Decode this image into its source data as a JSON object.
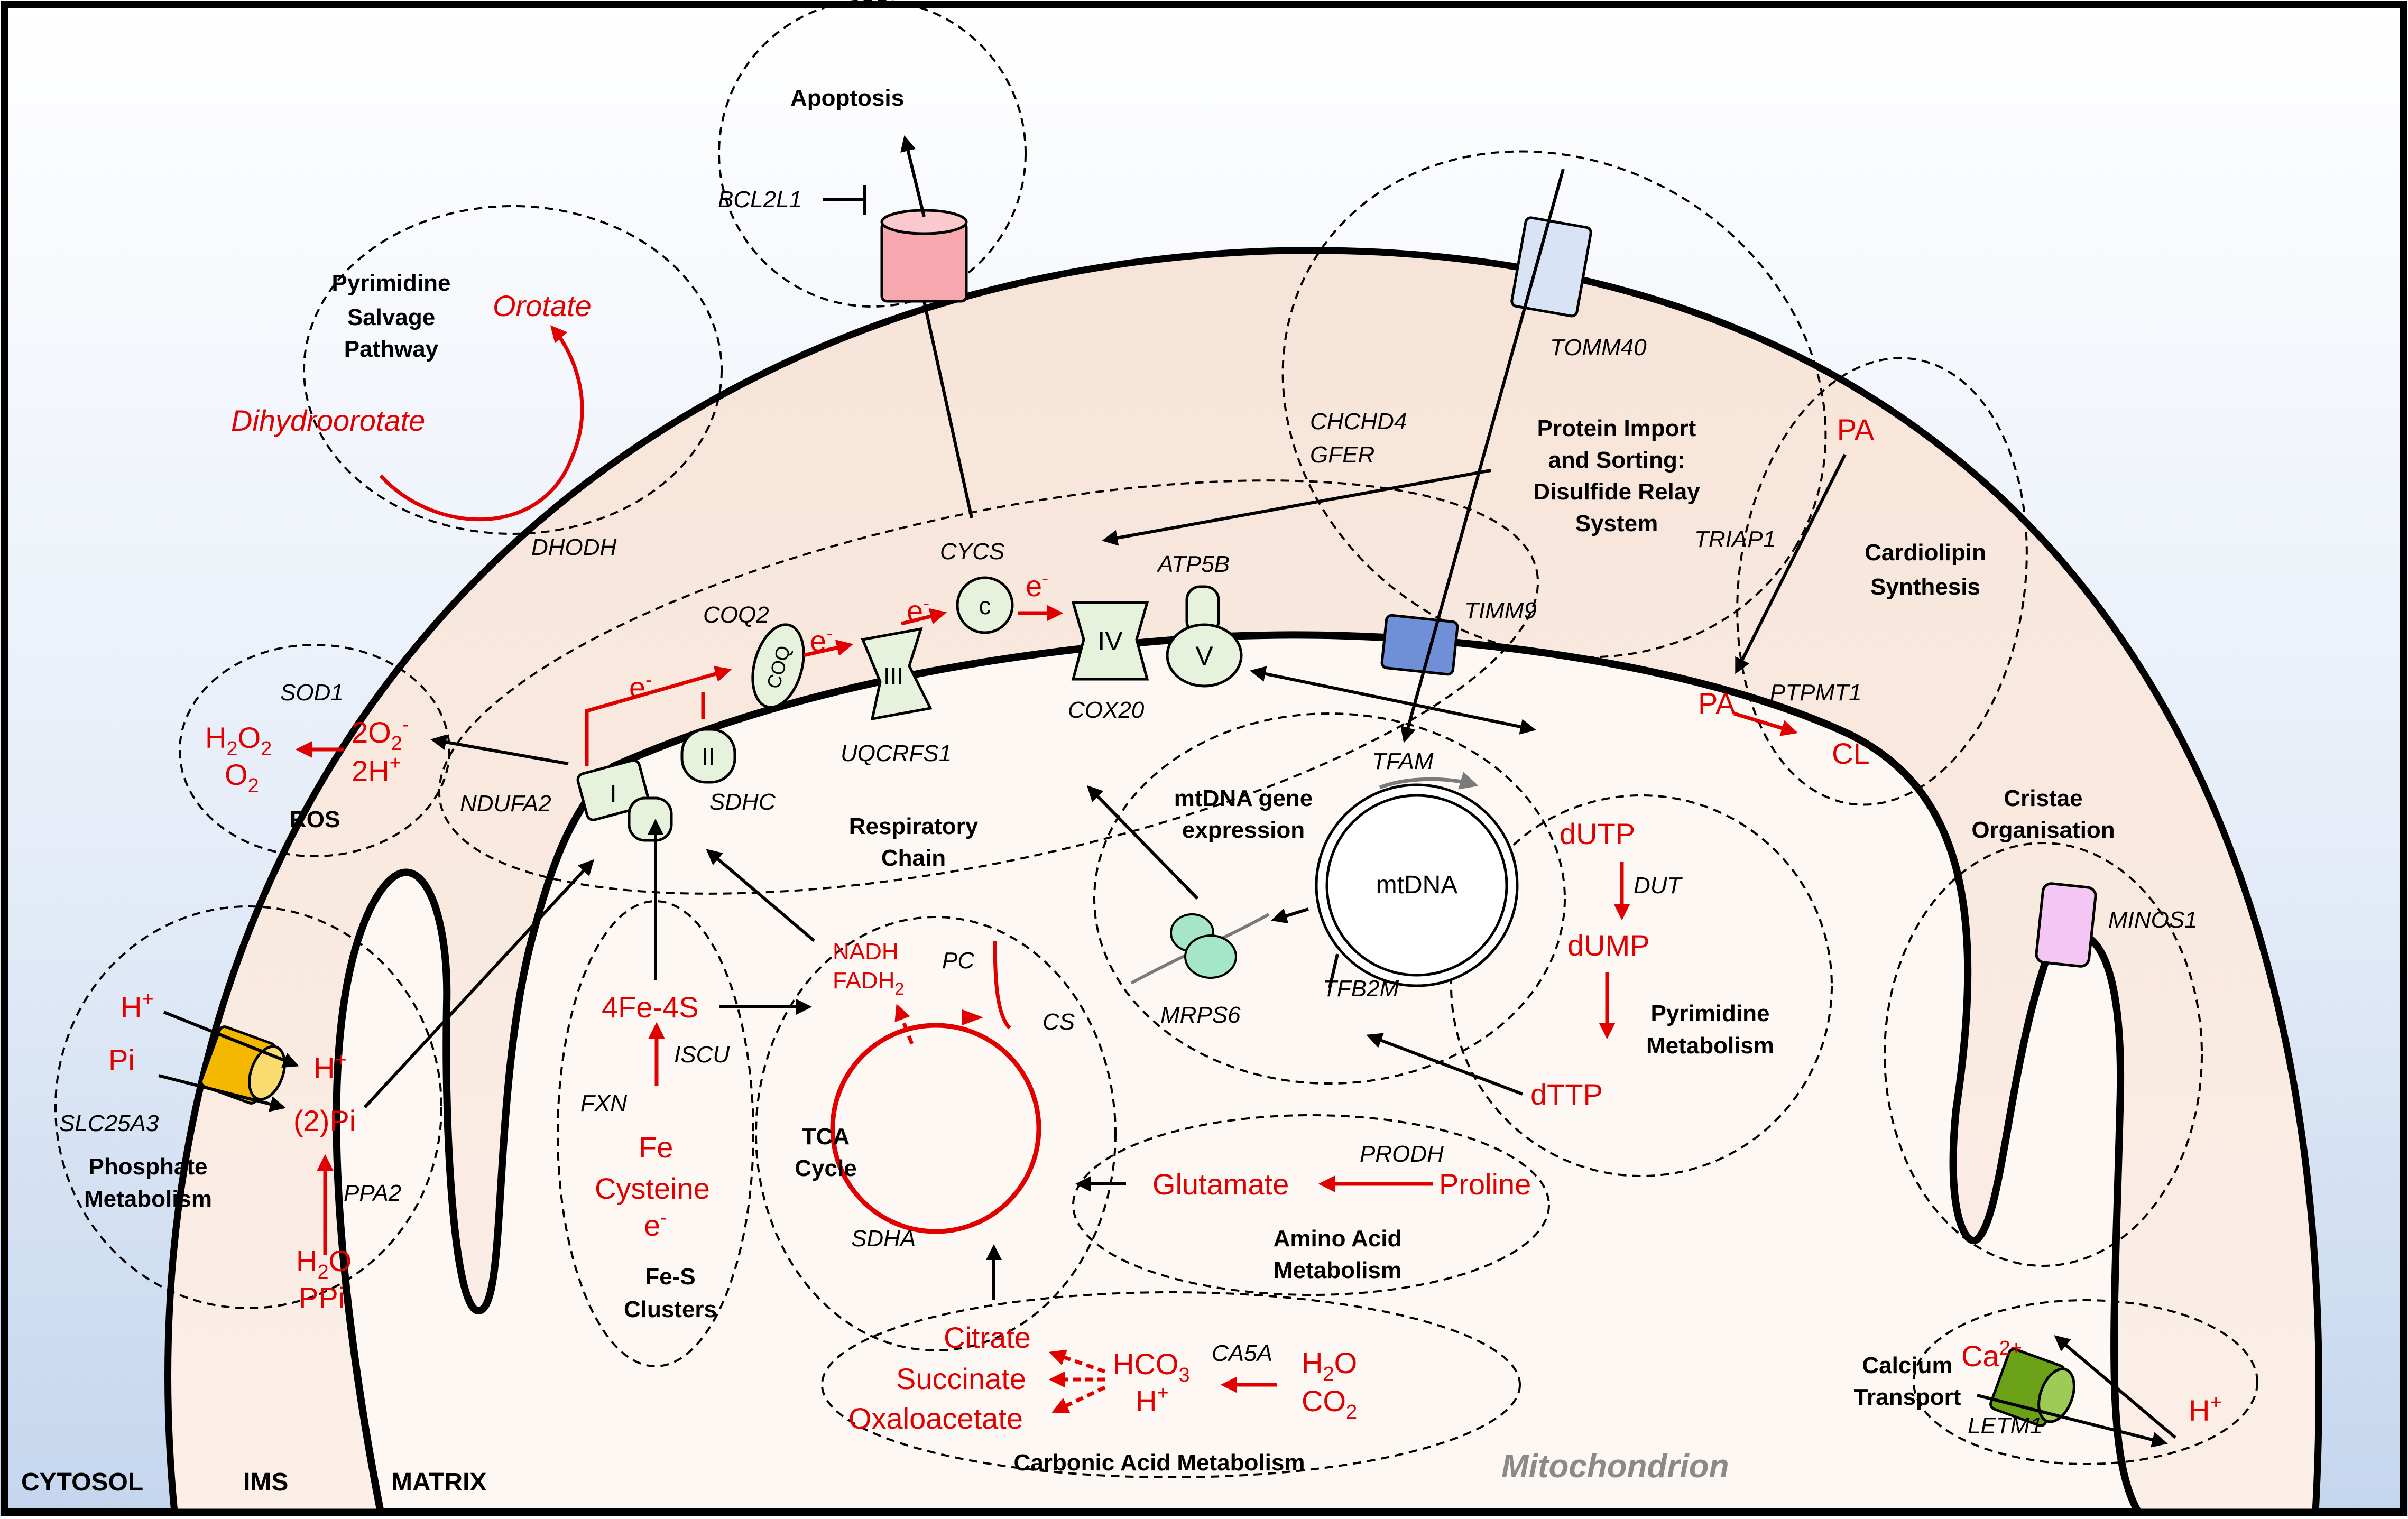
{
  "colors": {
    "red": "#e00000",
    "apoptosis_channel": "#f7a8ae",
    "tomm40": "#d8e4f5",
    "timm9": "#6f8fd6",
    "respiratory_complex": "#e6f2dc",
    "slc25a3": "#f5b800",
    "letm1": "#6aa117",
    "minos1": "#f3c6f3",
    "mrps6": "#a6e6c8"
  },
  "regions": {
    "cytosol": "CYTOSOL",
    "ims": "IMS",
    "matrix": "MATRIX",
    "mitochondrion": "Mitochondrion"
  },
  "apoptosis": {
    "title": "Apoptosis",
    "gene": "BCL2L1"
  },
  "pyrimidine_salvage": {
    "title_lines": [
      "Pyrimidine",
      "Salvage",
      "Pathway"
    ],
    "product": "Orotate",
    "substrate": "Dihydroorotate",
    "enzyme": "DHODH"
  },
  "protein_import": {
    "title_lines": [
      "Protein Import",
      "and Sorting:",
      "Disulfide Relay",
      "System"
    ],
    "genes": [
      "TOMM40",
      "CHCHD4",
      "GFER",
      "TIMM9"
    ]
  },
  "cardiolipin": {
    "title_lines": [
      "Cardiolipin",
      "Synthesis"
    ],
    "pa_top": "PA",
    "enzyme_top": "TRIAP1",
    "pa_bottom": "PA",
    "enzyme_bottom": "PTPMT1",
    "product": "CL"
  },
  "respiratory_chain": {
    "title_lines": [
      "Respiratory",
      "Chain"
    ],
    "genes": [
      "CYCS",
      "ATP5B",
      "COQ2",
      "COX20",
      "UQCRFS1",
      "SDHC",
      "NDUFA2"
    ],
    "complexes": [
      "I",
      "II",
      "III",
      "IV",
      "V"
    ],
    "coq": "COQ",
    "cytc": "c",
    "electron": "e",
    "electron_sup": "-"
  },
  "ros": {
    "title": "ROS",
    "gene": "SOD1",
    "h2o2": {
      "base": "H",
      "s1": "2",
      "mid": "O",
      "s2": "2"
    },
    "o2": {
      "base": "O",
      "s1": "2"
    },
    "superoxide": {
      "base": "2O",
      "s1": "2",
      "sup": "-"
    },
    "protons": {
      "base": "2H",
      "sup": "+"
    }
  },
  "mtdna": {
    "title_lines": [
      "mtDNA gene",
      "expression"
    ],
    "genome": "mtDNA",
    "genes": [
      "TFAM",
      "TFB2M",
      "MRPS6"
    ]
  },
  "pyrimidine_metabolism": {
    "title_lines": [
      "Pyrimidine",
      "Metabolism"
    ],
    "dutp": "dUTP",
    "enzyme": "DUT",
    "dump": "dUMP",
    "dttp": "dTTP"
  },
  "cristae": {
    "title_lines": [
      "Cristae",
      "Organisation"
    ],
    "gene": "MINOS1"
  },
  "phosphate": {
    "title_lines": [
      "Phosphate",
      "Metabolism"
    ],
    "proton_in": {
      "base": "H",
      "sup": "+"
    },
    "pi_in": "Pi",
    "proton_out": {
      "base": "H",
      "sup": "+"
    },
    "pi_out": "(2)Pi",
    "transporter": "SLC25A3",
    "enzyme": "PPA2",
    "water": {
      "base": "H",
      "s1": "2",
      "rest": "O"
    },
    "ppi": "PPi"
  },
  "fes": {
    "title_lines": [
      "Fe-S",
      "Clusters"
    ],
    "cluster": "4Fe-4S",
    "genes": [
      "ISCU",
      "FXN"
    ],
    "inputs": [
      "Fe",
      "Cysteine"
    ],
    "electron": {
      "base": "e",
      "sup": "-"
    }
  },
  "tca": {
    "title_lines": [
      "TCA",
      "Cycle"
    ],
    "nadh": "NADH",
    "fadh2": {
      "base": "FADH",
      "s1": "2"
    },
    "genes": [
      "PC",
      "CS",
      "SDHA"
    ]
  },
  "amino_acid": {
    "title_lines": [
      "Amino Acid",
      "Metabolism"
    ],
    "enzyme": "PRODH",
    "product": "Glutamate",
    "substrate": "Proline"
  },
  "carbonic": {
    "title": "Carbonic Acid Metabolism",
    "outputs": [
      "Citrate",
      "Succinate",
      "Oxaloacetate"
    ],
    "hco3": {
      "base": "HCO",
      "s1": "3"
    },
    "proton": {
      "base": "H",
      "sup": "+"
    },
    "enzyme": "CA5A",
    "water": {
      "base": "H",
      "s1": "2",
      "rest": "O"
    },
    "co2": {
      "base": "CO",
      "s1": "2"
    }
  },
  "calcium": {
    "title_lines": [
      "Calcium",
      "Transport"
    ],
    "ion": {
      "base": "Ca",
      "sup": "2+"
    },
    "proton": {
      "base": "H",
      "sup": "+"
    },
    "gene": "LETM1"
  }
}
